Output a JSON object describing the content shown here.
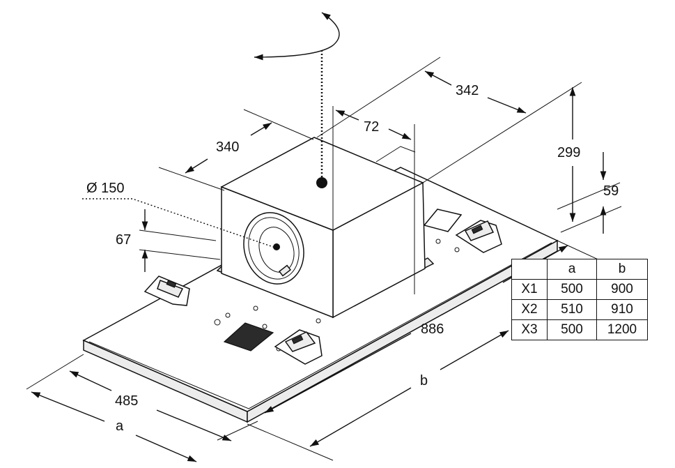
{
  "dimensions": {
    "d342": "342",
    "d72": "72",
    "d340": "340",
    "d299": "299",
    "d59": "59",
    "d150": "Ø 150",
    "d67": "67",
    "d886": "886",
    "d485": "485",
    "da": "a",
    "db": "b"
  },
  "table": {
    "headers": [
      "",
      "a",
      "b"
    ],
    "rows": [
      [
        "X1",
        "500",
        "900"
      ],
      [
        "X2",
        "510",
        "910"
      ],
      [
        "X3",
        "500",
        "1200"
      ]
    ]
  }
}
